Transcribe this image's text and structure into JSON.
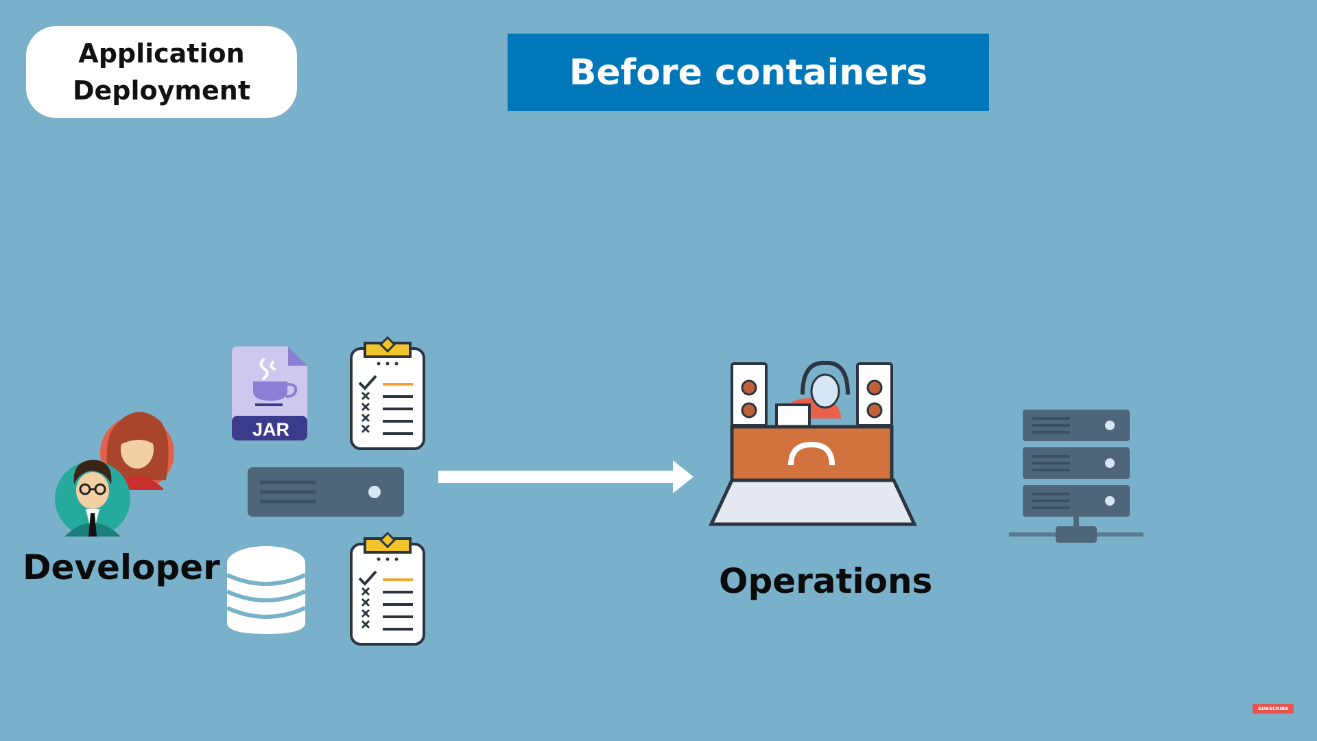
{
  "header": {
    "topic_badge": "Application\nDeployment",
    "title": "Before containers"
  },
  "actors": {
    "developer": "Developer",
    "operations": "Operations"
  },
  "artifacts": {
    "jar_label": "JAR",
    "items": [
      "jar-file-icon",
      "checklist-icon",
      "server-icon",
      "database-icon",
      "checklist-icon"
    ]
  },
  "flow": {
    "direction": "developer-to-operations",
    "arrow_color": "#ffffff"
  },
  "watermark": "SUBSCRIBE",
  "colors": {
    "background": "#7ab1ca",
    "banner": "#0077b8",
    "server": "#4f6579",
    "desk": "#d2733f",
    "jar": "#8a7fd2"
  }
}
